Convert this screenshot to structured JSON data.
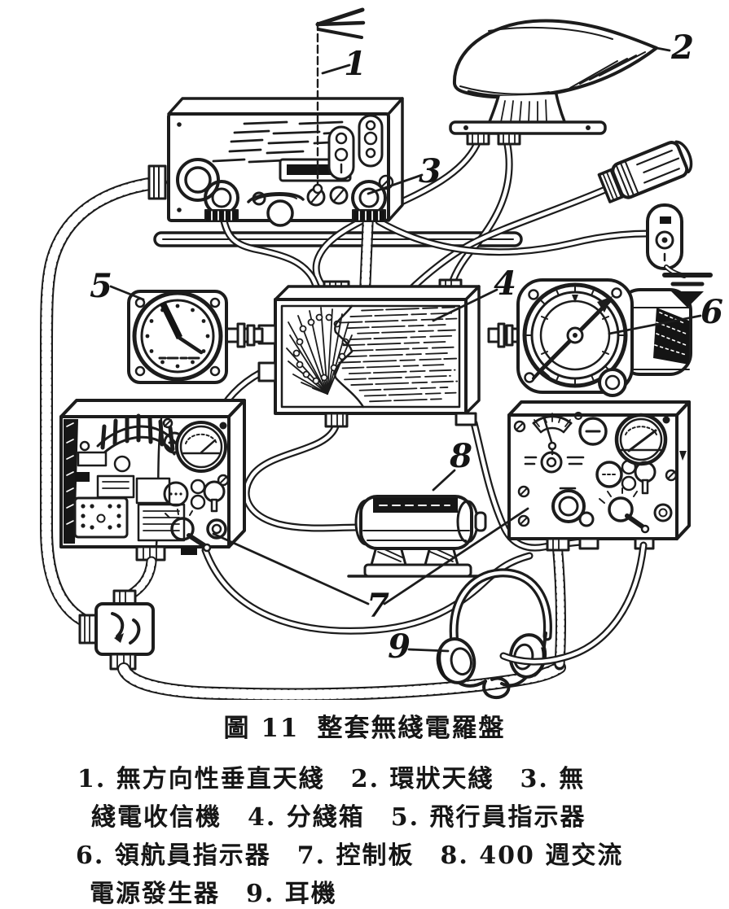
{
  "figure": {
    "callouts": [
      "1",
      "2",
      "3",
      "4",
      "5",
      "6",
      "7",
      "8",
      "9"
    ]
  },
  "caption": {
    "figure_no": "圖 11",
    "title": "整套無綫電羅盤"
  },
  "legend": {
    "lines": [
      "1. 無方向性垂直天綫　2. 環狀天綫　3. 無",
      "綫電收信機　4. 分綫箱　5. 飛行員指示器",
      "6. 領航員指示器　7. 控制板　8. 400 週交流",
      "電源發生器　9. 耳機"
    ]
  }
}
